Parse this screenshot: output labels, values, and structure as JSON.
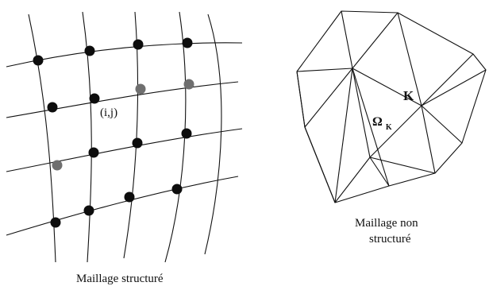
{
  "structured_mesh": {
    "caption": "Maillage structuré",
    "node_label": "(i,j)",
    "colors": {
      "line": "#111111",
      "node_dark": "#0d0d0d",
      "node_grey": "#6f6f6f"
    }
  },
  "unstructured_mesh": {
    "caption_line1": "Maillage non",
    "caption_line2": "structuré",
    "cell_label": "Ω",
    "cell_subscript": "K",
    "vertex_label": "K"
  }
}
